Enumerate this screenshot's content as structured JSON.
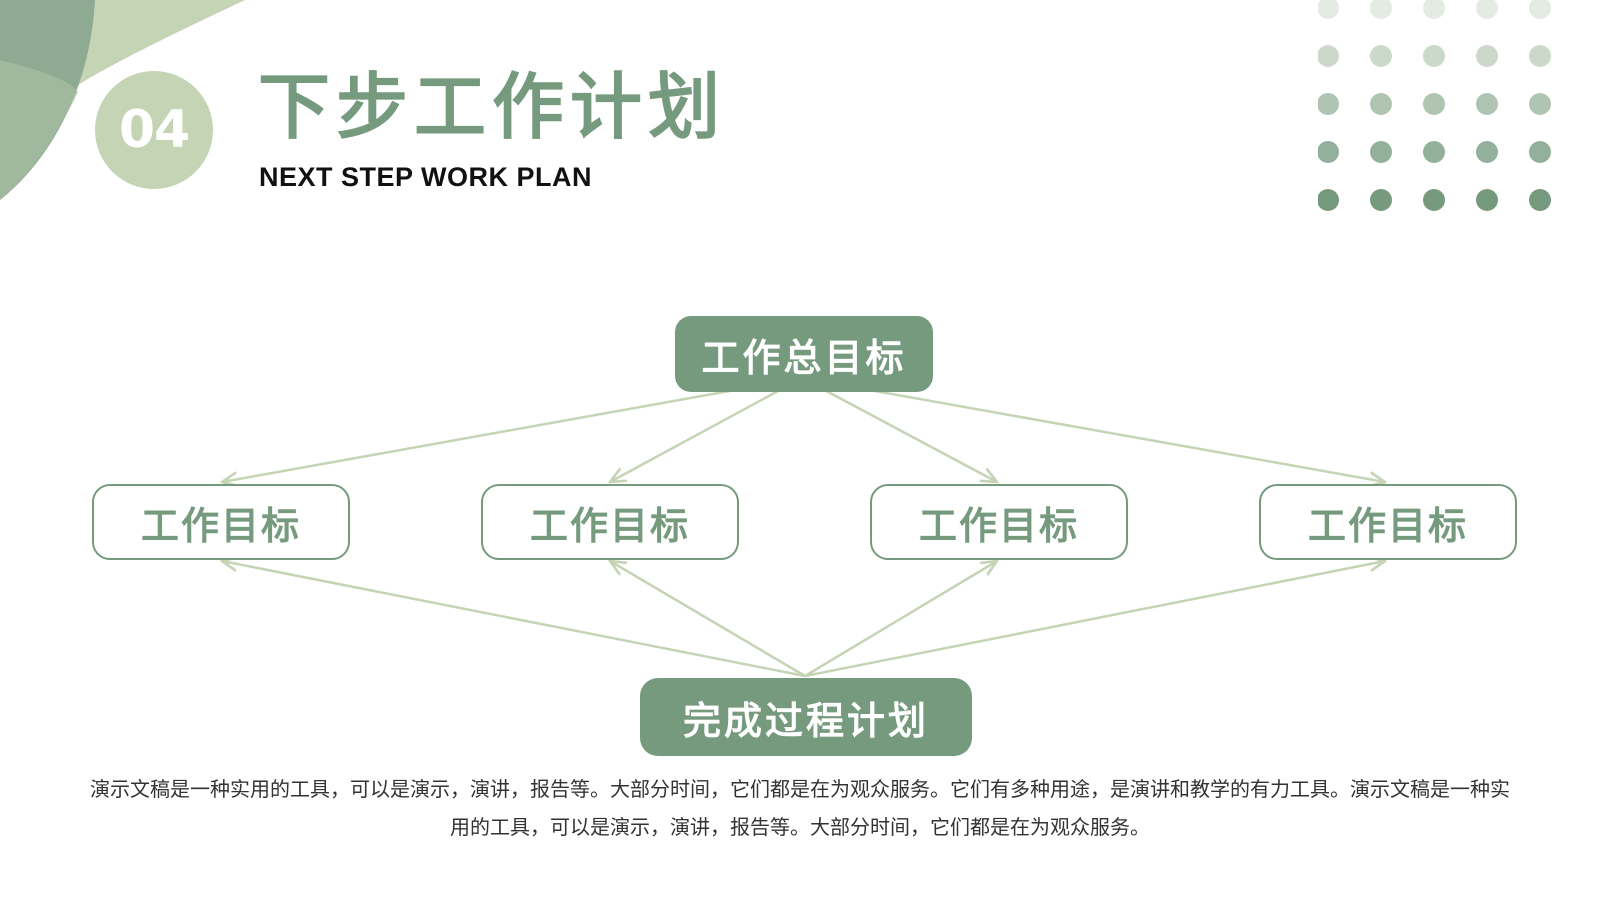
{
  "header": {
    "section_number": "04",
    "title": "下步工作计划",
    "subtitle": "NEXT STEP WORK PLAN"
  },
  "diagram": {
    "top_node": "工作总目标",
    "goal_nodes": [
      "工作目标",
      "工作目标",
      "工作目标",
      "工作目标"
    ],
    "bottom_node": "完成过程计划"
  },
  "description": "演示文稿是一种实用的工具，可以是演示，演讲，报告等。大部分时间，它们都是在为观众服务。它们有多种用途，是演讲和教学的有力工具。演示文稿是一种实用的工具，可以是演示，演讲，报告等。大部分时间，它们都是在为观众服务。",
  "colors": {
    "primary": "#769a7e",
    "light": "#c5d4b5",
    "connector": "#c5d4b5",
    "text": "#333333"
  }
}
